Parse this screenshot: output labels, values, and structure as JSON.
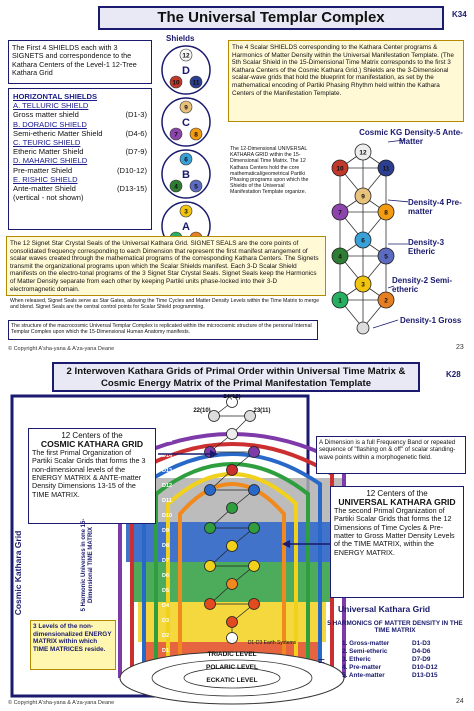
{
  "page1": {
    "title": "The Universal Templar Complex",
    "tag": "K34",
    "intro": "The First 4 SHIELDS each with 3 SIGNETS and correspondence to the Kathara Centers of the Level-1 12-Tree Kathara Grid",
    "shields_heading": "HORIZONTAL SHIELDS",
    "shields": [
      {
        "name": "A. TELLURIC SHIELD",
        "desc": "Gross matter shield",
        "range": "(D1-3)"
      },
      {
        "name": "B. DORADIC SHIELD",
        "desc": "Semi-etheric Matter Shield",
        "range": "(D4-6)"
      },
      {
        "name": "C. TEURIC SHIELD",
        "desc": "Etheric Matter Shield",
        "range": "(D7-9)"
      },
      {
        "name": "D. MAHARIC SHIELD",
        "desc": "Pre-matter Shield",
        "range": "(D10-12)"
      },
      {
        "name": "E. RISHIC SHIELD",
        "desc": "Ante-matter Shield",
        "range": "(D13-15)"
      },
      {
        "name": "",
        "desc": "(vertical - not shown)",
        "range": ""
      }
    ],
    "shields_column_label": "Shields",
    "shield_letters": [
      "D",
      "C",
      "B",
      "A"
    ],
    "shield_numbers": [
      [
        "12",
        "10",
        "11"
      ],
      [
        "9",
        "7",
        "8"
      ],
      [
        "6",
        "4",
        "5"
      ],
      [
        "3",
        "1",
        "2"
      ]
    ],
    "scalar_text": "The 4 Scalar SHIELDS corresponding to the Kathara Center programs & Harmonics of Matter Density within the Universal Manifestation Template. (The 5th Scalar Shield in the 15-Dimensional Time Matrix corresponds to the first 3 Kathara Centers of the Cosmic Kathara Grid.) Shields are the 3-Dimensional scalar-wave grids that hold the blueprint for manifestation, as set by the mathematical encoding of Partiki Phasing Rhythm held within the Kathara Centers of the Manifestation Template.",
    "kathara_text": "The 12-Dimensional UNIVERSAL KATHARA GRID within the 15-Dimensional Time Matrix. The 12 Kathara Centers hold the core mathematical/geometrical Partiki Phasing programs upon which the Shields of the Universal Manifestation Template organize.",
    "density_labels": [
      "Cosmic KG Density-5 Ante-Matter",
      "Density-4 Pre-matter",
      "Density-3 Etheric",
      "Density-2 Semi-etheric",
      "Density-1 Gross"
    ],
    "tree_numbers": [
      "12",
      "10",
      "11",
      "9",
      "7",
      "8",
      "6",
      "4",
      "5",
      "3",
      "1",
      "2"
    ],
    "signet_text": "The 12 Signet Star Crystal Seals of the Universal Kathara Grid. SIGNET SEALS are the core points of consolidated frequency corresponding to each Dimension that represent the first manifest arrangement of scalar waves created through the mathematical programs of the corresponding Kathara Centers. The Signets transmit the organizational programs upon which the Scalar Shields manifest. Each 3-D Scalar Shield manifests on the electro-tonal programs of the 3 Signet Star Crystal Seals. Signet Seals keep the Harmonics of Matter Density separate from each other by keeping Partiki units phase-locked into their 3-D electromagnetic domain.",
    "gate_text": "When released, Signet Seals serve as Star Gates, allowing the Time Cycles and Matter Density Levels within the Time Matrix to merge and blend. Signet Seals are the central control points for Scalar Shield programming.",
    "structure_text": "The structure of the macrocosmic Universal Templar Complex is replicated within the microcosmic structure of the personal Internal Templar Complex upon which the 15-Dimensional Human Anatomy manifests.",
    "copyright": "© Copyright A'sha-yana & A'za-yana Deane",
    "page_number": "23"
  },
  "page2": {
    "title": "2 Interwoven Kathara Grids of Primal Order within Universal Time Matrix & Cosmic Energy Matrix of the Primal Manifestation Template",
    "tag": "K28",
    "top_numbers": [
      "24(12)",
      "22(10)",
      "23(11)"
    ],
    "cosmic_heading": "12 Centers of the",
    "cosmic_title": "COSMIC KATHARA GRID",
    "cosmic_text": "The first Primal Organization of Partiki Scalar Grids that forms the 3 non-dimensional levels of the ENERGY MATRIX & ANTE-matter Density Dimensions 13-15 of the TIME MATRIX.",
    "dimension_text": "A Dimension is a full Frequency Band or repeated sequence of \"flashing on & off\" of scalar standing-wave points within a morphogenetic field.",
    "universal_heading": "12 Centers of the",
    "universal_title": "UNIVERSAL KATHARA GRID",
    "universal_text": "The second Primal Organization of Partiki Scalar Grids that forms the 12 Dimensions of Time Cycles & Pre-matter to Gross Matter Density Levels of the TIME MATRIX, within the ENERGY MATRIX.",
    "cosmic_side_label": "Cosmic Kathara Grid",
    "harmonic_label": "5 Harmonic Universes in one 15-Dimensional TIME MATRIX",
    "levels_text": "3 Levels of the non-dimensionalized ENERGY MATRIX within which TIME MATRICES reside.",
    "center_levels": [
      "TRIADIC LEVEL",
      "POLARIC LEVEL",
      "ECKATIC LEVEL"
    ],
    "earth_label": "D1-D3 Earth Systems",
    "universal_label": "Universal Kathara Grid",
    "harmonics_heading": "5 HARMONICS OF MATTER DENSITY IN THE TIME MATRIX",
    "harmonics": [
      {
        "name": "1. Gross-matter",
        "range": "D1-D3"
      },
      {
        "name": "2. Semi-etheric",
        "range": "D4-D6"
      },
      {
        "name": "3. Etheric",
        "range": "D7-D9"
      },
      {
        "name": "4. Pre-matter",
        "range": "D10-D12"
      },
      {
        "name": "5. Ante-matter",
        "range": "D13-D15"
      }
    ],
    "equals": "=",
    "d_labels": [
      "D15",
      "D14",
      "D13",
      "D12",
      "D11",
      "D10",
      "D9",
      "D8",
      "D7",
      "D6",
      "D5",
      "D4",
      "D3",
      "D2",
      "D1"
    ],
    "copyright": "© Copyright A'sha-yana & A'za-yana Deane",
    "page_number": "24"
  }
}
